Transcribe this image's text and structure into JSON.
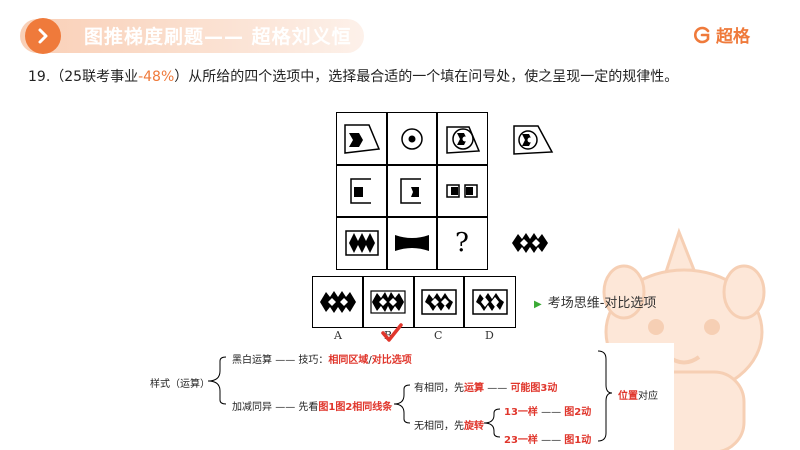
{
  "header": {
    "title": "图推梯度刷题—— 超格刘义恒",
    "logo_text": "超格"
  },
  "question": {
    "number": "19.",
    "source_open": "（25联考事业",
    "accuracy": "-48%",
    "source_close": "）",
    "text": "从所给的四个选项中，选择最合适的一个填在问号处，使之呈现一定的规律性。"
  },
  "puzzle": {
    "question_mark": "?",
    "options": [
      "A",
      "B",
      "C",
      "D"
    ]
  },
  "tip": {
    "text": "考场思维-对比选项"
  },
  "mindmap": {
    "root": "样式（运算）",
    "branch1": "黑白运算",
    "dash1": "——",
    "skill_prefix": "技巧：",
    "skill_red1": "相同区域",
    "skill_slash": "/",
    "skill_red2": "对比选项",
    "branch2": "加减同异",
    "dash2": "——",
    "look_prefix": "先看",
    "look_red": "图1图2相同线条",
    "has_same_prefix": "有相同，先",
    "has_same_red": "运算",
    "dash3": "——",
    "possible": "可能图3动",
    "no_same_prefix": "无相同，先",
    "no_same_red": "旋转",
    "rule1_red": "13一样",
    "rule1_dash": "——",
    "rule1_result": "图2动",
    "rule2_red": "23一样",
    "rule2_dash": "——",
    "rule2_result": "图1动",
    "conclusion_red": "位置",
    "conclusion_black": "对应"
  },
  "colors": {
    "accent": "#ef7a3b",
    "highlight_red": "#e0362c",
    "tip_arrow": "#3aaa35"
  }
}
